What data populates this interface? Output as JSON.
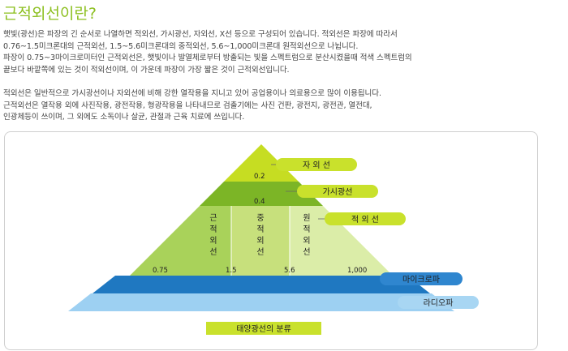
{
  "title": "근적외선이란?",
  "paragraph1": [
    "햇빛(광선)은 파장의 긴 순서로 나열하면 적외선, 가시광선, 자외선, X선 등으로 구성되어 있습니다. 적외선은 파장에 따라서",
    "0.76~1.5미크론대의 근적외선, 1.5~5.6미크론대의 중적외선, 5.6~1,000미크론대 원적외선으로 나뉩니다.",
    "파장이 0.75~3마이크로미터인 근적외선은, 햇빛이나 발열체로부터 방출되는 빛을 스펙트럼으로 분산시켰을때 적색 스펙트럼의",
    "끝보다 바깥쪽에 있는 것이 적외선이며, 이 가운데 파장이 가장 짧은 것이 근적외선입니다."
  ],
  "paragraph2": [
    "적외선은 일반적으로 가시광선이나 자외선에 비해 강한 열작용을 지니고 있어 공업용이나 의료용으로 많이 이용됩니다.",
    "근적외선은 열작용 외에 사진작용, 광전작용, 형광작용을 나타내므로 검출기에는 사진 건판, 광전지, 광전관, 열전대,",
    "인광체등이 쓰이며, 그 외에도 소독이나 살균, 관절과 근육 치료에 쓰입니다."
  ],
  "diagram": {
    "labels": {
      "uv": "자 외 선",
      "visible": "가시광선",
      "infrared": "적 외 선",
      "microwave": "마이크로파",
      "radio": "라디오파",
      "caption": "태양광선의 분류"
    },
    "columns": {
      "near": [
        "근",
        "적",
        "외",
        "선"
      ],
      "mid": [
        "중",
        "적",
        "외",
        "선"
      ],
      "far": [
        "원",
        "적",
        "외",
        "선"
      ]
    },
    "values": {
      "v02": "0.2",
      "v04": "0.4",
      "v075": "0.75",
      "v15": "1.5",
      "v56": "5.6",
      "v1000": "1,000"
    },
    "colors": {
      "uv": "#c6dd22",
      "visible": "#7cb526",
      "ir_near": "#a9d25a",
      "ir_mid": "#c7e07c",
      "ir_far": "#dbeda8",
      "microwave": "#1f78c1",
      "radio": "#9dd0f2",
      "label_green": "#c9e12c",
      "label_blue": "#2f86cf",
      "label_lightblue": "#a8d6f3"
    }
  }
}
